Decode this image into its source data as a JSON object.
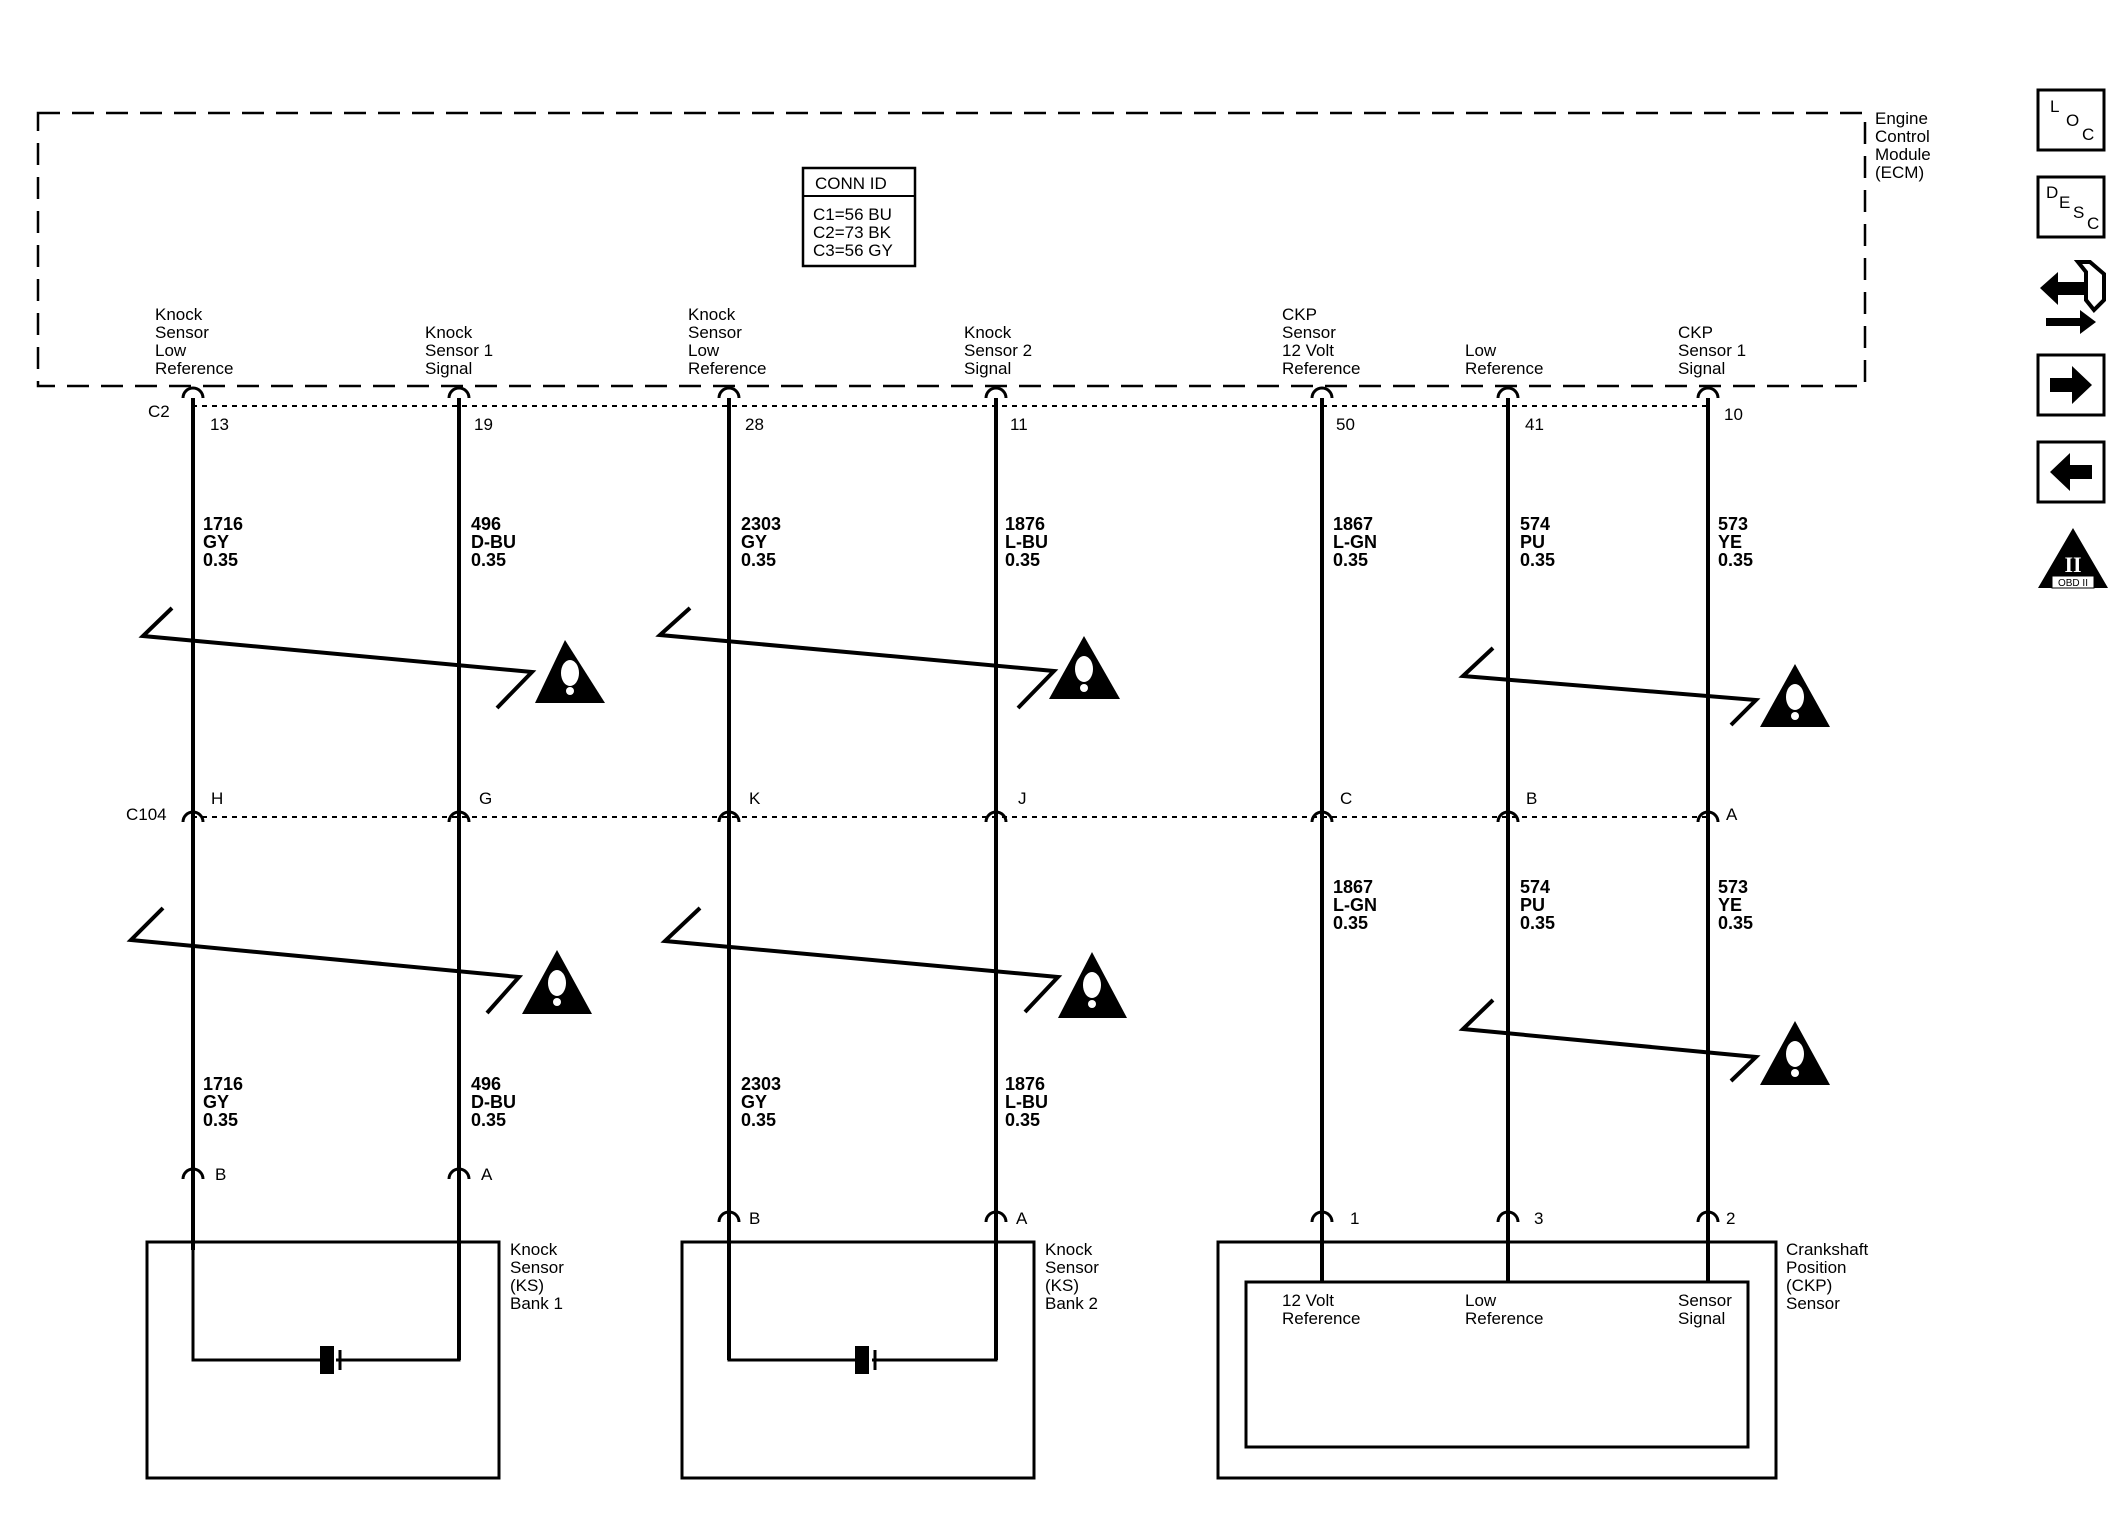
{
  "ecm": {
    "name_lines": [
      "Engine",
      "Control",
      "Module",
      "(ECM)"
    ],
    "conn_id": {
      "title": "CONN ID",
      "lines": [
        "C1=56 BU",
        "C2=73 BK",
        "C3=56 GY"
      ]
    },
    "connector_label": "C2"
  },
  "inline_connector": {
    "label": "C104"
  },
  "circuits": [
    {
      "ecm_label": [
        "Knock",
        "Sensor",
        "Low",
        "Reference"
      ],
      "ecm_pin": "13",
      "upper_wire": [
        "1716",
        "GY",
        "0.35"
      ],
      "c104_pin": "H",
      "lower_wire": [
        "1716",
        "GY",
        "0.35"
      ],
      "sensor_pin": "B"
    },
    {
      "ecm_label": [
        "Knock",
        "Sensor 1",
        "Signal"
      ],
      "ecm_pin": "19",
      "upper_wire": [
        "496",
        "D-BU",
        "0.35"
      ],
      "c104_pin": "G",
      "lower_wire": [
        "496",
        "D-BU",
        "0.35"
      ],
      "sensor_pin": "A"
    },
    {
      "ecm_label": [
        "Knock",
        "Sensor",
        "Low",
        "Reference"
      ],
      "ecm_pin": "28",
      "upper_wire": [
        "2303",
        "GY",
        "0.35"
      ],
      "c104_pin": "K",
      "lower_wire": [
        "2303",
        "GY",
        "0.35"
      ],
      "sensor_pin": "B"
    },
    {
      "ecm_label": [
        "Knock",
        "Sensor 2",
        "Signal"
      ],
      "ecm_pin": "11",
      "upper_wire": [
        "1876",
        "L-BU",
        "0.35"
      ],
      "c104_pin": "J",
      "lower_wire": [
        "1876",
        "L-BU",
        "0.35"
      ],
      "sensor_pin": "A"
    },
    {
      "ecm_label": [
        "CKP",
        "Sensor",
        "12 Volt",
        "Reference"
      ],
      "ecm_pin": "50",
      "upper_wire": [
        "1867",
        "L-GN",
        "0.35"
      ],
      "c104_pin": "C",
      "lower_wire": [
        "1867",
        "L-GN",
        "0.35"
      ],
      "sensor_pin": "1"
    },
    {
      "ecm_label": [
        "Low",
        "Reference"
      ],
      "ecm_pin": "41",
      "upper_wire": [
        "574",
        "PU",
        "0.35"
      ],
      "c104_pin": "B",
      "lower_wire": [
        "574",
        "PU",
        "0.35"
      ],
      "sensor_pin": "3"
    },
    {
      "ecm_label": [
        "CKP",
        "Sensor 1",
        "Signal"
      ],
      "ecm_pin": "10",
      "upper_wire": [
        "573",
        "YE",
        "0.35"
      ],
      "c104_pin": "A",
      "lower_wire": [
        "573",
        "YE",
        "0.35"
      ],
      "sensor_pin": "2"
    }
  ],
  "components": {
    "ks1": [
      "Knock",
      "Sensor",
      "(KS)",
      "Bank 1"
    ],
    "ks2": [
      "Knock",
      "Sensor",
      "(KS)",
      "Bank 2"
    ],
    "ckp": [
      "Crankshaft",
      "Position",
      "(CKP)",
      "Sensor"
    ],
    "ckp_inner": {
      "ref12": [
        "12 Volt",
        "Reference"
      ],
      "lowref": [
        "Low",
        "Reference"
      ],
      "signal": [
        "Sensor",
        "Signal"
      ]
    }
  },
  "sidebar": {
    "loc": [
      "L",
      "O",
      "C"
    ],
    "desc": [
      "D",
      "E",
      "S",
      "C"
    ],
    "obd": {
      "numeral": "II",
      "label": "OBD II"
    },
    "icons": [
      "loc-icon",
      "desc-icon",
      "connector-exchange-icon",
      "next-arrow-icon",
      "back-arrow-icon",
      "obd2-icon"
    ]
  },
  "colors": {
    "line": "#000000",
    "background": "#ffffff"
  }
}
